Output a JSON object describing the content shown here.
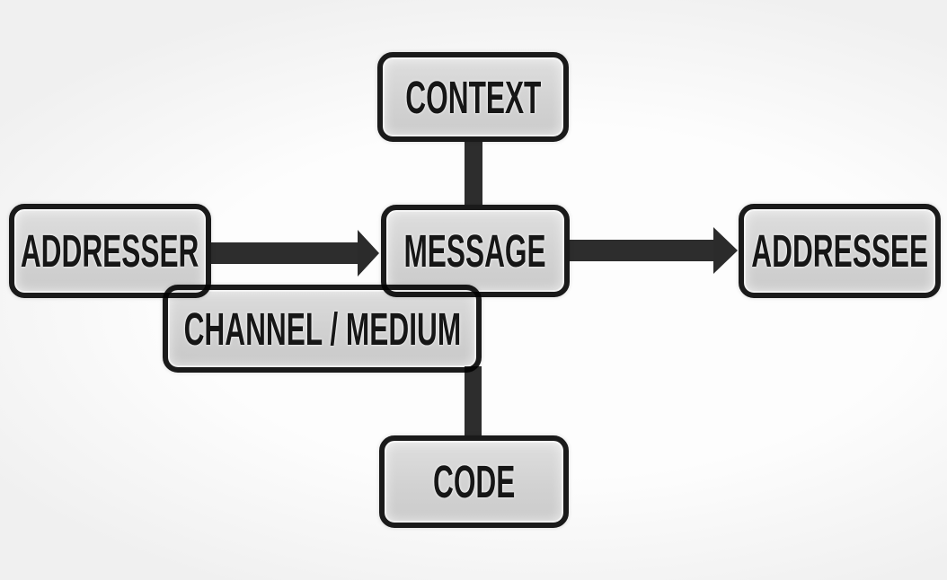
{
  "diagram": {
    "nodes": [
      {
        "id": "context",
        "label": "CONTEXT"
      },
      {
        "id": "addresser",
        "label": "ADDRESSER"
      },
      {
        "id": "message",
        "label": "MESSAGE"
      },
      {
        "id": "addressee",
        "label": "ADDRESSEE"
      },
      {
        "id": "channel_medium",
        "label": "CHANNEL / MEDIUM"
      },
      {
        "id": "code",
        "label": "CODE"
      }
    ],
    "edges": [
      {
        "from": "addresser",
        "to": "message",
        "type": "arrow"
      },
      {
        "from": "message",
        "to": "addressee",
        "type": "arrow"
      },
      {
        "from": "context",
        "to": "message",
        "type": "line"
      },
      {
        "from": "channel_medium",
        "to": "code",
        "type": "line"
      }
    ]
  },
  "colors": {
    "node_fill": "#d3d3d3",
    "node_border": "#1a1a1a",
    "connector": "#2d2d2d",
    "text": "#161616",
    "background": "#ffffff"
  }
}
